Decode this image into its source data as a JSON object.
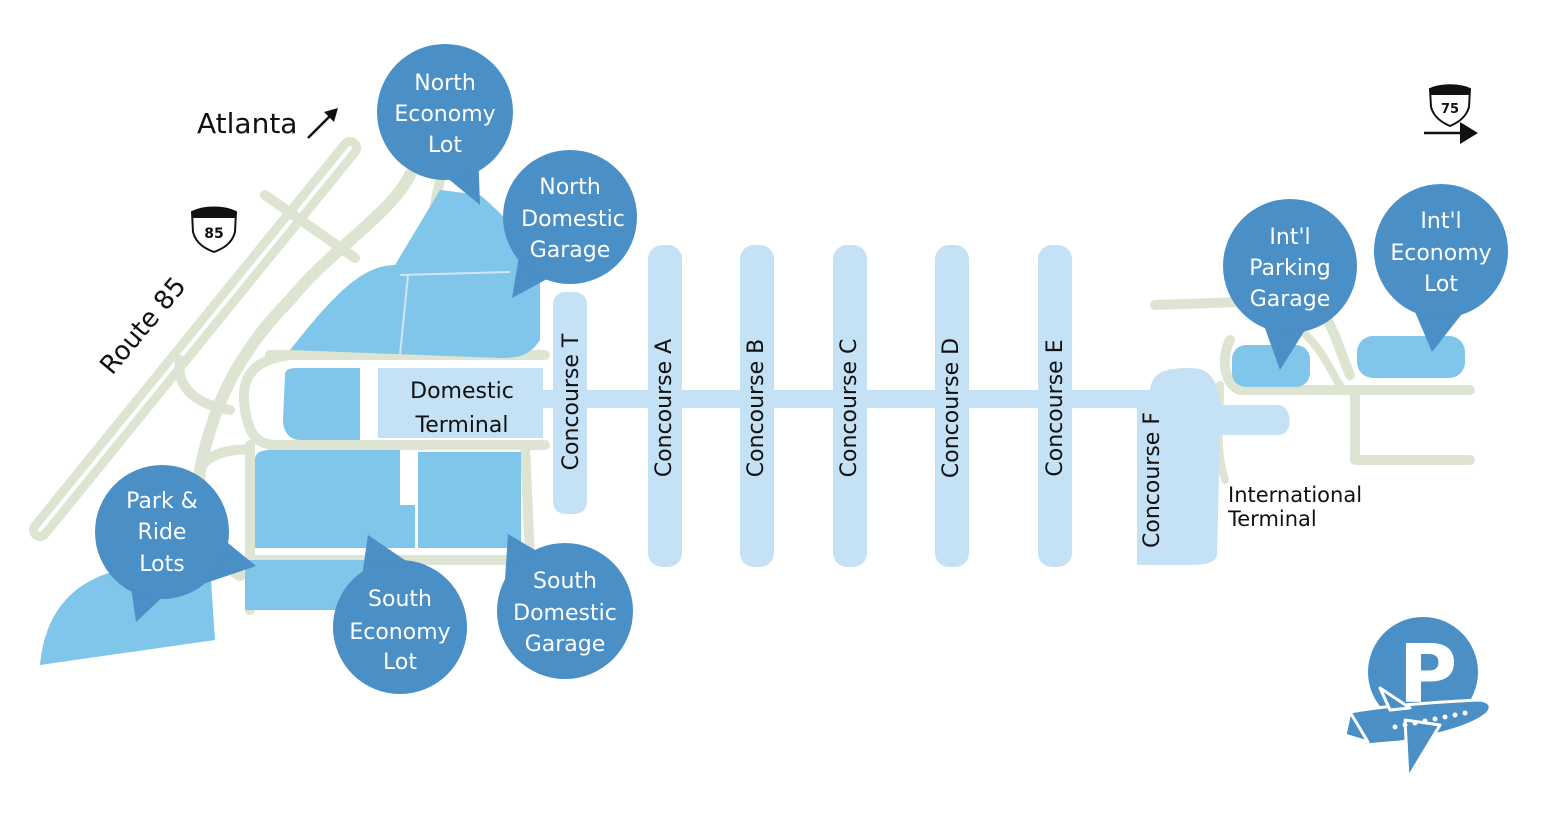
{
  "colors": {
    "road": "#dee4d2",
    "road_edge": "#c9d2bb",
    "lot": "#7fc6ea",
    "terminal": "#c5e1f5",
    "pin": "#4a8fc6",
    "pin_text": "#ffffff",
    "text": "#111111"
  },
  "labels": {
    "atlanta": "Atlanta",
    "route85": "Route 85",
    "i85": "85",
    "i75": "75",
    "domestic_terminal_line1": "Domestic",
    "domestic_terminal_line2": "Terminal",
    "intl_terminal_line1": "International",
    "intl_terminal_line2": "Terminal"
  },
  "concourses": [
    {
      "label": "Concourse T"
    },
    {
      "label": "Concourse A"
    },
    {
      "label": "Concourse B"
    },
    {
      "label": "Concourse C"
    },
    {
      "label": "Concourse D"
    },
    {
      "label": "Concourse E"
    },
    {
      "label": "Concourse F"
    }
  ],
  "parking": [
    {
      "id": "north-economy-lot",
      "lines": [
        "North",
        "Economy",
        "Lot"
      ]
    },
    {
      "id": "north-domestic-garage",
      "lines": [
        "North",
        "Domestic",
        "Garage"
      ]
    },
    {
      "id": "park-ride-lots",
      "lines": [
        "Park &",
        "Ride",
        "Lots"
      ]
    },
    {
      "id": "south-economy-lot",
      "lines": [
        "South",
        "Economy",
        "Lot"
      ]
    },
    {
      "id": "south-domestic-garage",
      "lines": [
        "South",
        "Domestic",
        "Garage"
      ]
    },
    {
      "id": "intl-parking-garage",
      "lines": [
        "Int'l",
        "Parking",
        "Garage"
      ]
    },
    {
      "id": "intl-economy-lot",
      "lines": [
        "Int'l",
        "Economy",
        "Lot"
      ]
    }
  ],
  "logo": {
    "letter": "P",
    "icon": "parking-airplane-icon"
  }
}
